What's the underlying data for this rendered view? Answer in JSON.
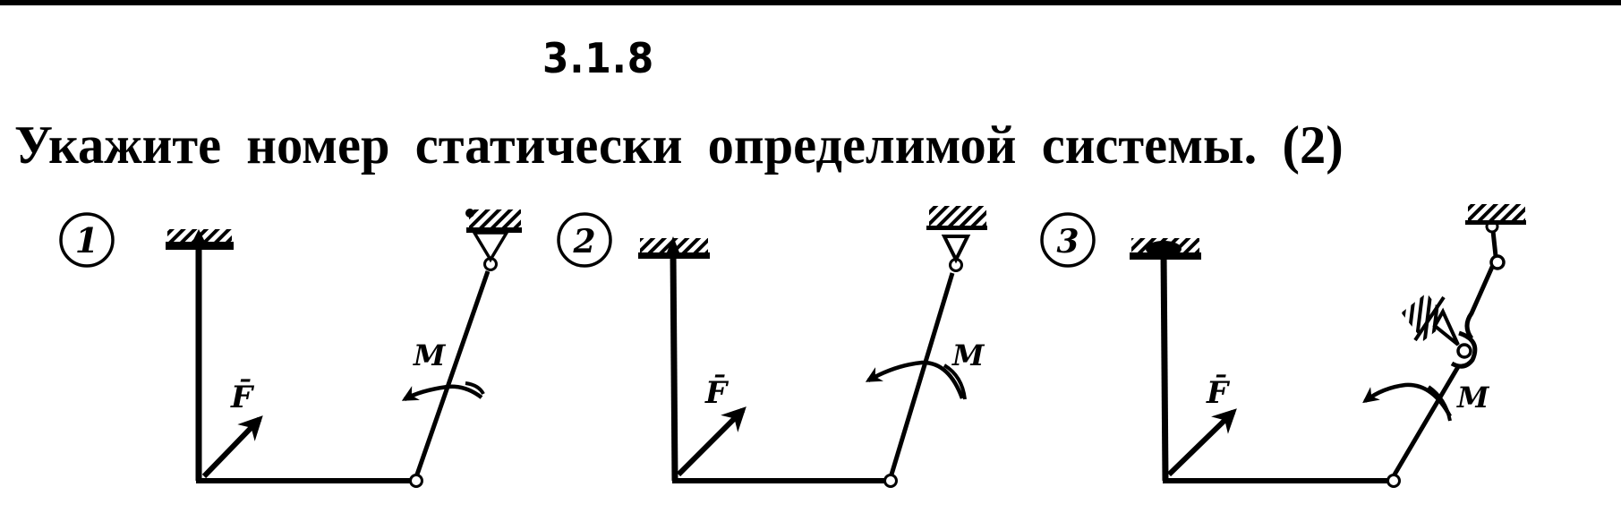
{
  "header": {
    "problem_number": "3.1.8"
  },
  "question": {
    "text": "Укажите номер статически определимой системы. (2)"
  },
  "figures": [
    {
      "id": 1,
      "label": "1",
      "force_label": "F̄",
      "moment_label": "M",
      "left_support": "fixed-wall (embedded)",
      "right_support": "pinned support with hinge",
      "joints": [
        "corner rigid",
        "bottom-right hinge",
        "top hinge"
      ]
    },
    {
      "id": 2,
      "label": "2",
      "force_label": "F̄",
      "moment_label": "M",
      "left_support": "fixed-wall (embedded)",
      "right_support": "pinned support with hinge",
      "joints": [
        "corner rigid",
        "bottom-right hinge",
        "top hinge"
      ]
    },
    {
      "id": 3,
      "label": "3",
      "force_label": "F̄",
      "moment_label": "M",
      "left_support": "fixed-wall (embedded)",
      "right_support": "hinged link to ceiling + inclined roller support",
      "joints": [
        "corner rigid",
        "bottom-right hinge",
        "roller hinge",
        "link hinges"
      ]
    }
  ]
}
